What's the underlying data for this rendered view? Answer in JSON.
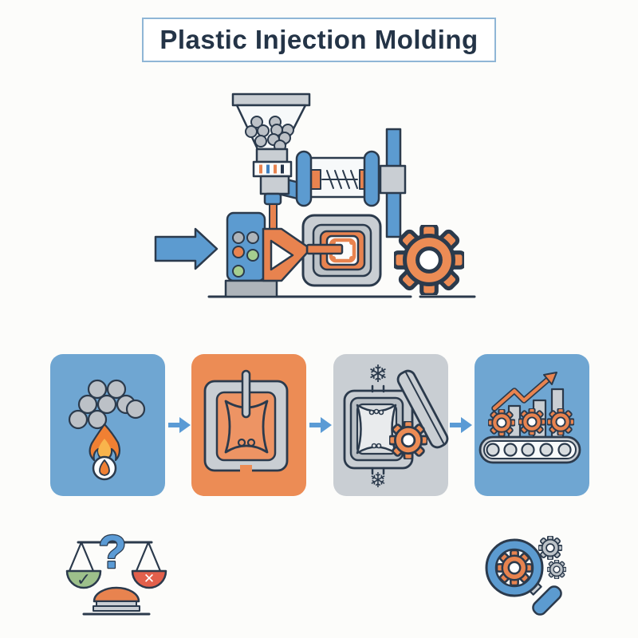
{
  "title": {
    "label": "Plastic Injection Molding"
  },
  "palette": {
    "card_blue": "#6FA6D2",
    "card_orange": "#EC8C55",
    "card_gray": "#C9CED3",
    "machine_blue": "#5C9BD0",
    "accent_orange": "#E8834F",
    "arrow_blue": "#5B9BD5",
    "outline_navy": "#2B3A4C",
    "pellet_gray": "#BCC1C7",
    "pan_green": "#9DC08B",
    "pan_red": "#E2604C",
    "flame_orange": "#F08033",
    "flame_core": "#F9B44C"
  },
  "glyphs": {
    "snowflake": "❄",
    "question_mark": "?",
    "check_mark": "✓",
    "cross_mark": "✕"
  },
  "machine": {
    "name": "injection-molding-machine",
    "parts": [
      "feed-arrow",
      "hopper-with-pellets",
      "heater-indicator",
      "barrel-with-screw",
      "clamp-column",
      "control-panel",
      "injection-cone",
      "mold-with-part-cavity",
      "drive-gear"
    ]
  },
  "process_steps": [
    {
      "index": 1,
      "card_color": "#6FA6D2",
      "icon": "pellets-melting-icon"
    },
    {
      "index": 2,
      "card_color": "#EC8C55",
      "icon": "filled-mold-icon"
    },
    {
      "index": 3,
      "card_color": "#C9CED3",
      "icon": "cooling-open-mold-icon"
    },
    {
      "index": 4,
      "card_color": "#6FA6D2",
      "icon": "conveyor-output-icon"
    }
  ],
  "connectors": {
    "arrow_color": "#5B9BD5"
  },
  "footer": {
    "left_icon": "pros-cons-balance-icon",
    "right_icon": "gear-inspection-magnifier-icon"
  }
}
